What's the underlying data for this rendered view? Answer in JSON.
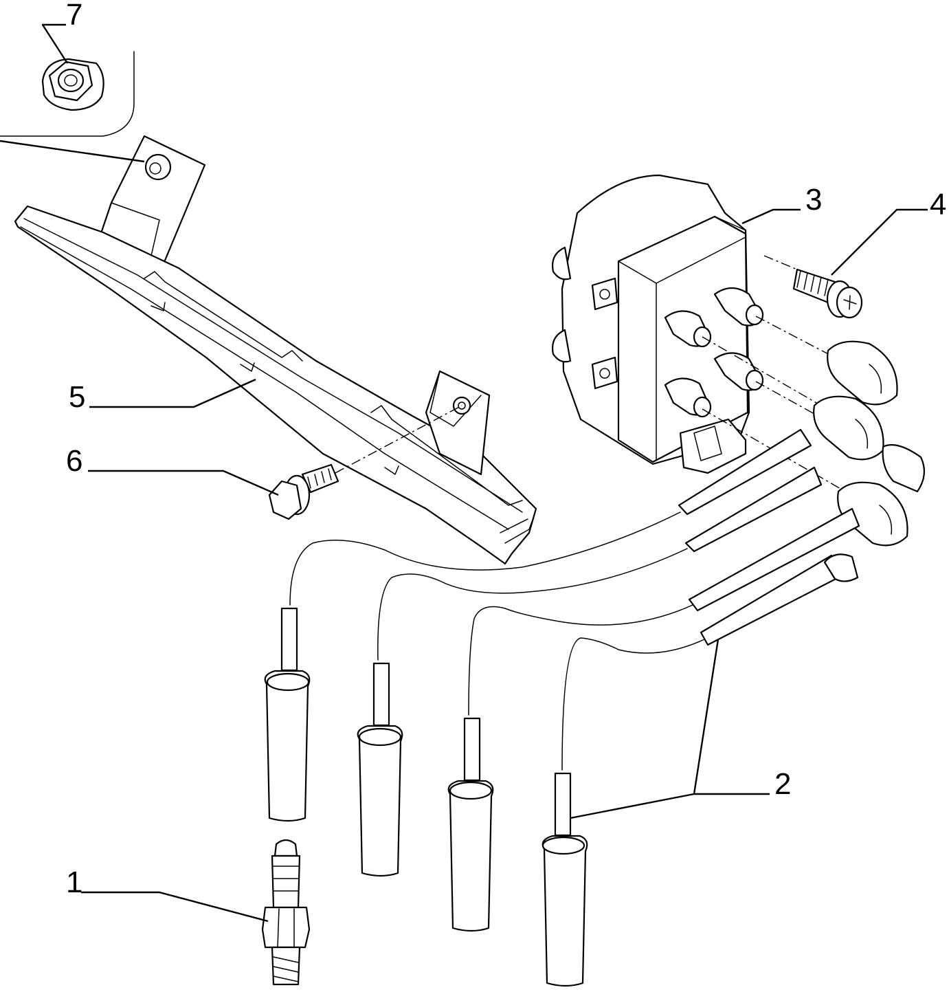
{
  "callouts": [
    {
      "id": "1",
      "label": "1"
    },
    {
      "id": "2",
      "label": "2"
    },
    {
      "id": "3",
      "label": "3"
    },
    {
      "id": "4",
      "label": "4"
    },
    {
      "id": "5",
      "label": "5"
    },
    {
      "id": "6",
      "label": "6"
    },
    {
      "id": "7",
      "label": "7"
    }
  ],
  "style": {
    "line_color": "#000000",
    "background": "#ffffff"
  }
}
